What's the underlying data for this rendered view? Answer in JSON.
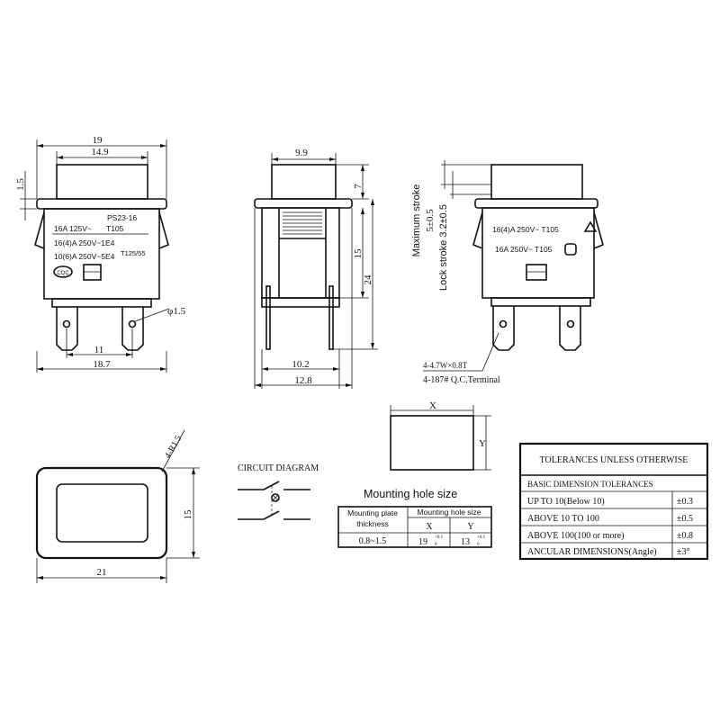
{
  "front_view": {
    "dim_width_outer": "19",
    "dim_width_inner": "14.9",
    "dim_top": "1.5",
    "dim_hole": "φ1.5",
    "dim_pin_spacing": "11",
    "dim_base": "18.7",
    "model": "PS23-16",
    "rating_1": "16A 125V~",
    "rating_1b": "T105",
    "rating_2": "16(4)A 250V~1E4",
    "rating_3": "10(6)A 250V~5E4",
    "rating_t": "T125/55",
    "cqc_mark": "CQC"
  },
  "side_view": {
    "dim_top": "9.9",
    "dim_7": "7",
    "dim_15": "15",
    "dim_24": "24",
    "dim_base_inner": "10.2",
    "dim_base_outer": "12.8"
  },
  "right_view": {
    "max_stroke": "Maximum stroke",
    "max_stroke_val": "5±0.5",
    "lock_stroke": "Lock stroke 3.2±0.5",
    "rating_1": "16(4)A 250V~ T105",
    "rating_2": "16A 250V~ T105",
    "terminal_1": "4-4.7W×0.8T",
    "terminal_2": "4-187# Q.C.Terminal"
  },
  "bottom_view": {
    "dim_radius": "4-R1.5",
    "dim_height": "15",
    "dim_width": "21"
  },
  "circuit": {
    "title": "CIRCUIT DIAGRAM"
  },
  "mounting": {
    "title": "Mounting hole size",
    "col_plate_1": "Mounting plate",
    "col_plate_2": "thickness",
    "col_hole": "Mounting hole size",
    "col_x": "X",
    "col_y": "Y",
    "val_plate": "0.8~1.5",
    "val_x": "19",
    "val_x_tol": "+0.1",
    "val_x_tol2": "0",
    "val_y": "13",
    "val_y_tol": "+0.1",
    "val_y_tol2": "0"
  },
  "hole_sketch": {
    "x_label": "X",
    "y_label": "Y"
  },
  "tolerances": {
    "title": "TOLERANCES UNLESS OTHERWISE",
    "subtitle": "BASIC DIMENSION TOLERANCES",
    "rows": [
      {
        "label": "UP TO 10(Below 10)",
        "value": "±0.3"
      },
      {
        "label": "ABOVE 10 TO 100",
        "value": "±0.5"
      },
      {
        "label": "ABOVE 100(100 or more)",
        "value": "±0.8"
      },
      {
        "label": "ANCULAR DIMENSIONS(Angle)",
        "value": "±3°"
      }
    ]
  }
}
